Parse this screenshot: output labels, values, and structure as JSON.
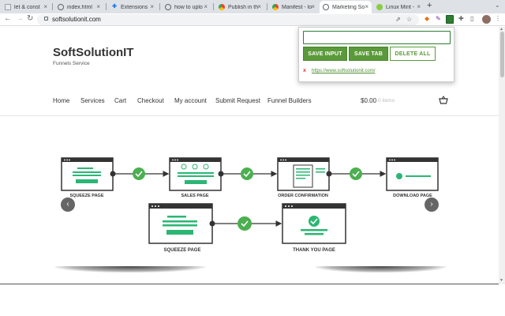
{
  "browser": {
    "tabs": [
      {
        "label": "let & const",
        "icon": "page-icon",
        "icon_color": "#9aa0a6"
      },
      {
        "label": "index.html",
        "icon": "globe-icon",
        "icon_color": "#5f6368"
      },
      {
        "label": "Extensions",
        "icon": "puzzle-icon",
        "icon_color": "#1a73e8"
      },
      {
        "label": "how to uplo",
        "icon": "globe-icon",
        "icon_color": "#5f6368"
      },
      {
        "label": "Publish in th",
        "icon": "chrome-icon",
        "icon_color": "#fbbc04"
      },
      {
        "label": "Manifest - lo",
        "icon": "chrome-icon",
        "icon_color": "#ea4335"
      },
      {
        "label": "Marketing So",
        "icon": "globe-icon",
        "icon_color": "#5f6368",
        "active": true
      },
      {
        "label": "Linux Mint -",
        "icon": "mint-icon",
        "icon_color": "#87cf3e"
      }
    ],
    "new_tab": "+",
    "url": "softsolutionit.com",
    "extension_color": "#2e7d32"
  },
  "site": {
    "title": "SoftSolutionIT",
    "subtitle": "Funnels Service",
    "nav": [
      "Home",
      "Services",
      "Cart",
      "Checkout",
      "My account",
      "Submit Request",
      "Funnel Builders"
    ],
    "cart_total": "$0.00",
    "cart_items": "0 items"
  },
  "diagram": {
    "top_labels": [
      "SQUEEZE PAGE",
      "SALES PAGE",
      "ORDER CONFIRMATION",
      "DOWNLOAD PAGE"
    ],
    "bottom_labels": [
      "SQUEEZE PAGE",
      "THANK YOU PAGE"
    ],
    "accent": "#2bb673",
    "check_color": "#4caf50",
    "frame_color": "#333333"
  },
  "slider": {
    "prev": "‹",
    "next": "›"
  },
  "popup": {
    "input_value": "",
    "save_input": "SAVE INPUT",
    "save_tab": "SAVE TAB",
    "delete_all": "DELETE ALL",
    "delete_mark": "x",
    "saved_link": "https://www.softsolutionit.com/",
    "accent": "#5b9a3a"
  }
}
